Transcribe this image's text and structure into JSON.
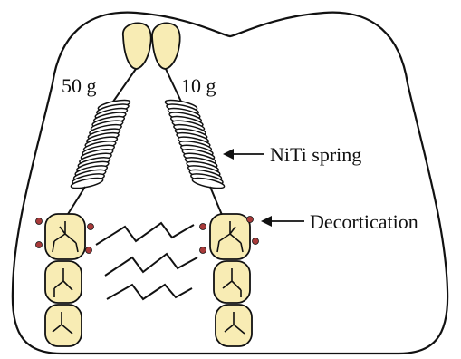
{
  "labels": {
    "force_left": "50 g",
    "force_right": "10 g",
    "spring": "NiTi spring",
    "decortication": "Decortication"
  },
  "colors": {
    "tooth_fill": "#f8ecb4",
    "outline": "#111111",
    "decortication_dot": "#a83a3a",
    "background": "#ffffff"
  }
}
